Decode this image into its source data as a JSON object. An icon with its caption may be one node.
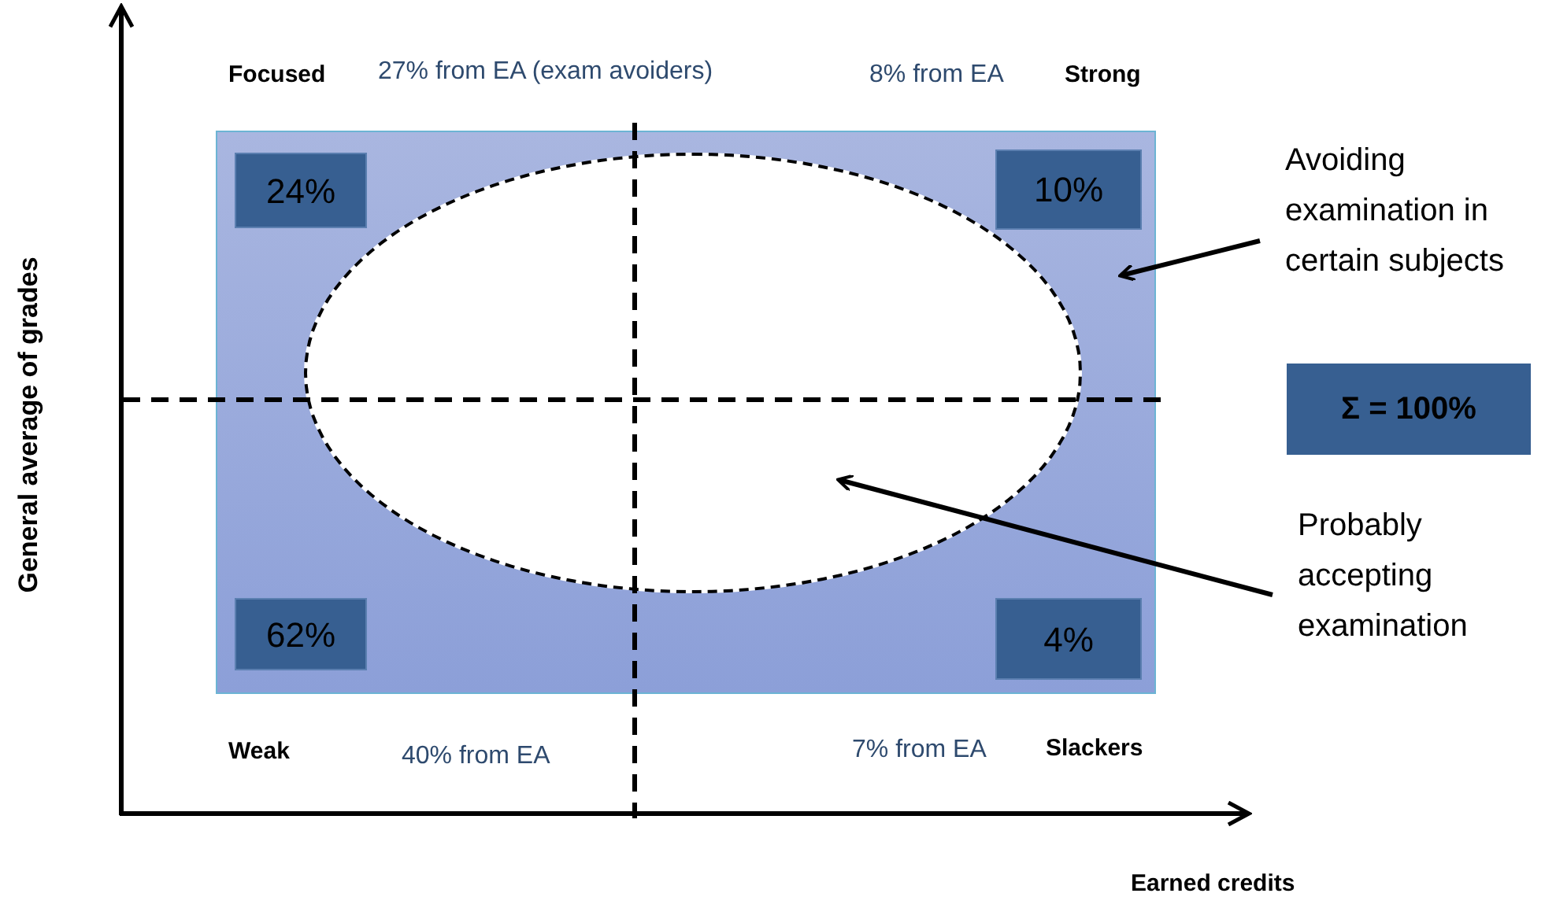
{
  "diagram": {
    "nodes": [
      {
        "text": [],
        "shape": "box"
      },
      {
        "text": [
          "24%"
        ],
        "in": 0
      },
      {
        "text": [
          "10%"
        ],
        "in": 0
      },
      {
        "text": [],
        "shape": "ellipse",
        "in": 0
      },
      {
        "text": [
          "62%"
        ],
        "in": 0
      },
      {
        "text": [
          "4%"
        ],
        "in": 0
      },
      {
        "text": [
          "Avoiding examination in certain subjects"
        ]
      },
      {
        "text": [
          "Σ = 100%"
        ]
      },
      {
        "text": [
          "Probably accepting examination"
        ]
      }
    ],
    "edges": [
      {
        "from": 6,
        "to": 0,
        "arrow": "to"
      },
      {
        "from": 8,
        "to": 3,
        "arrow": "to"
      }
    ],
    "labels": [
      "Focused",
      "27% from EA (exam avoiders)",
      "8% from EA",
      "Strong",
      "Weak",
      "40% from EA",
      "7% from EA",
      "Slackers",
      "General average of grades",
      "Earned credits"
    ]
  }
}
